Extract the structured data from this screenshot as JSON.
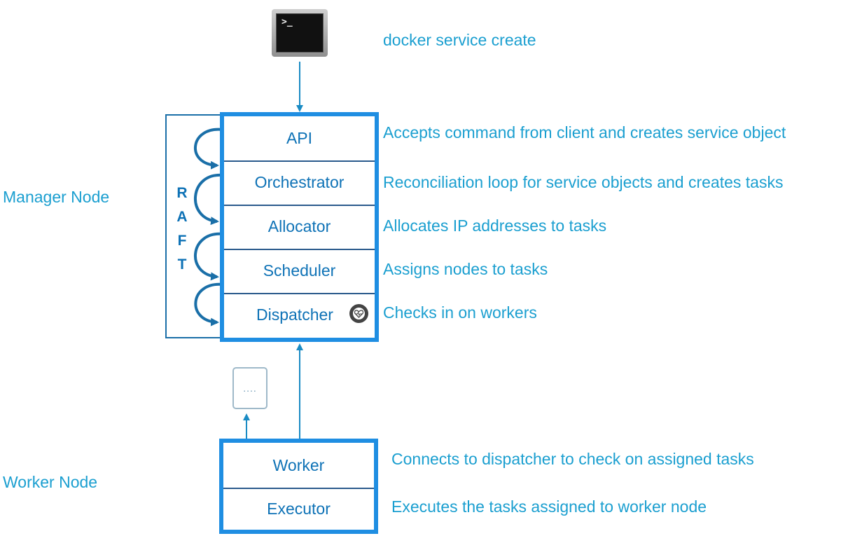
{
  "command": {
    "terminal_icon": "terminal-icon",
    "prompt": ">_",
    "text": "docker service create"
  },
  "manager": {
    "label": "Manager Node",
    "raft_letters": [
      "R",
      "A",
      "F",
      "T"
    ],
    "components": [
      {
        "name": "API",
        "description": "Accepts command from client and creates service object"
      },
      {
        "name": "Orchestrator",
        "description": "Reconciliation loop for service objects and creates tasks"
      },
      {
        "name": "Allocator",
        "description": "Allocates IP addresses to tasks"
      },
      {
        "name": "Scheduler",
        "description": "Assigns nodes to tasks"
      },
      {
        "name": "Dispatcher",
        "description": "Checks in on workers"
      }
    ],
    "dispatcher_icon": "heartbeat-icon"
  },
  "worker": {
    "label": "Worker Node",
    "task_box_text": "....",
    "components": [
      {
        "name": "Worker",
        "description": "Connects to dispatcher to check on assigned tasks"
      },
      {
        "name": "Executor",
        "description": "Executes the tasks assigned to worker node"
      }
    ]
  },
  "colors": {
    "accent": "#1b9fd0",
    "box_border": "#1f8ee2",
    "component_text": "#0e72b6",
    "raft_line": "#1a6fa8"
  }
}
